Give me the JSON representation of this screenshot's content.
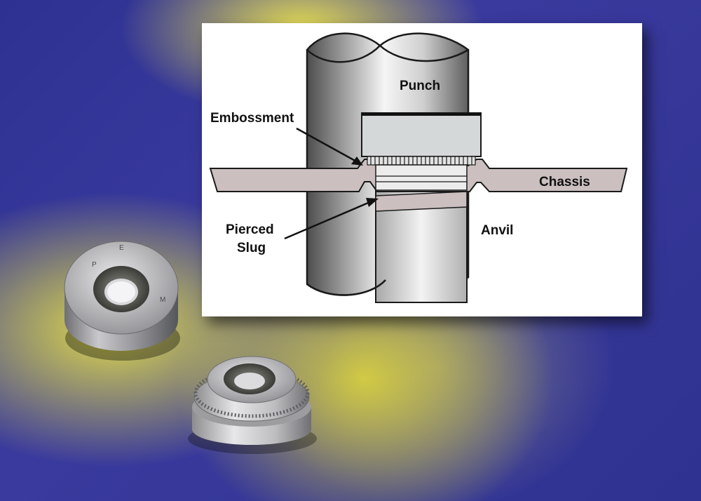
{
  "diagram": {
    "labels": {
      "punch": "Punch",
      "embossment": "Embossment",
      "chassis": "Chassis",
      "pierced_line1": "Pierced",
      "pierced_line2": "Slug",
      "anvil": "Anvil"
    }
  },
  "nut_markings": [
    "P",
    "E",
    "M"
  ],
  "colors": {
    "background_blue": "#2e3192",
    "background_yellow": "#e8e246",
    "chassis_fill": "#c9bdbd",
    "cylinder_dark": "#5a5a5a",
    "cylinder_light": "#f2f2f2"
  }
}
